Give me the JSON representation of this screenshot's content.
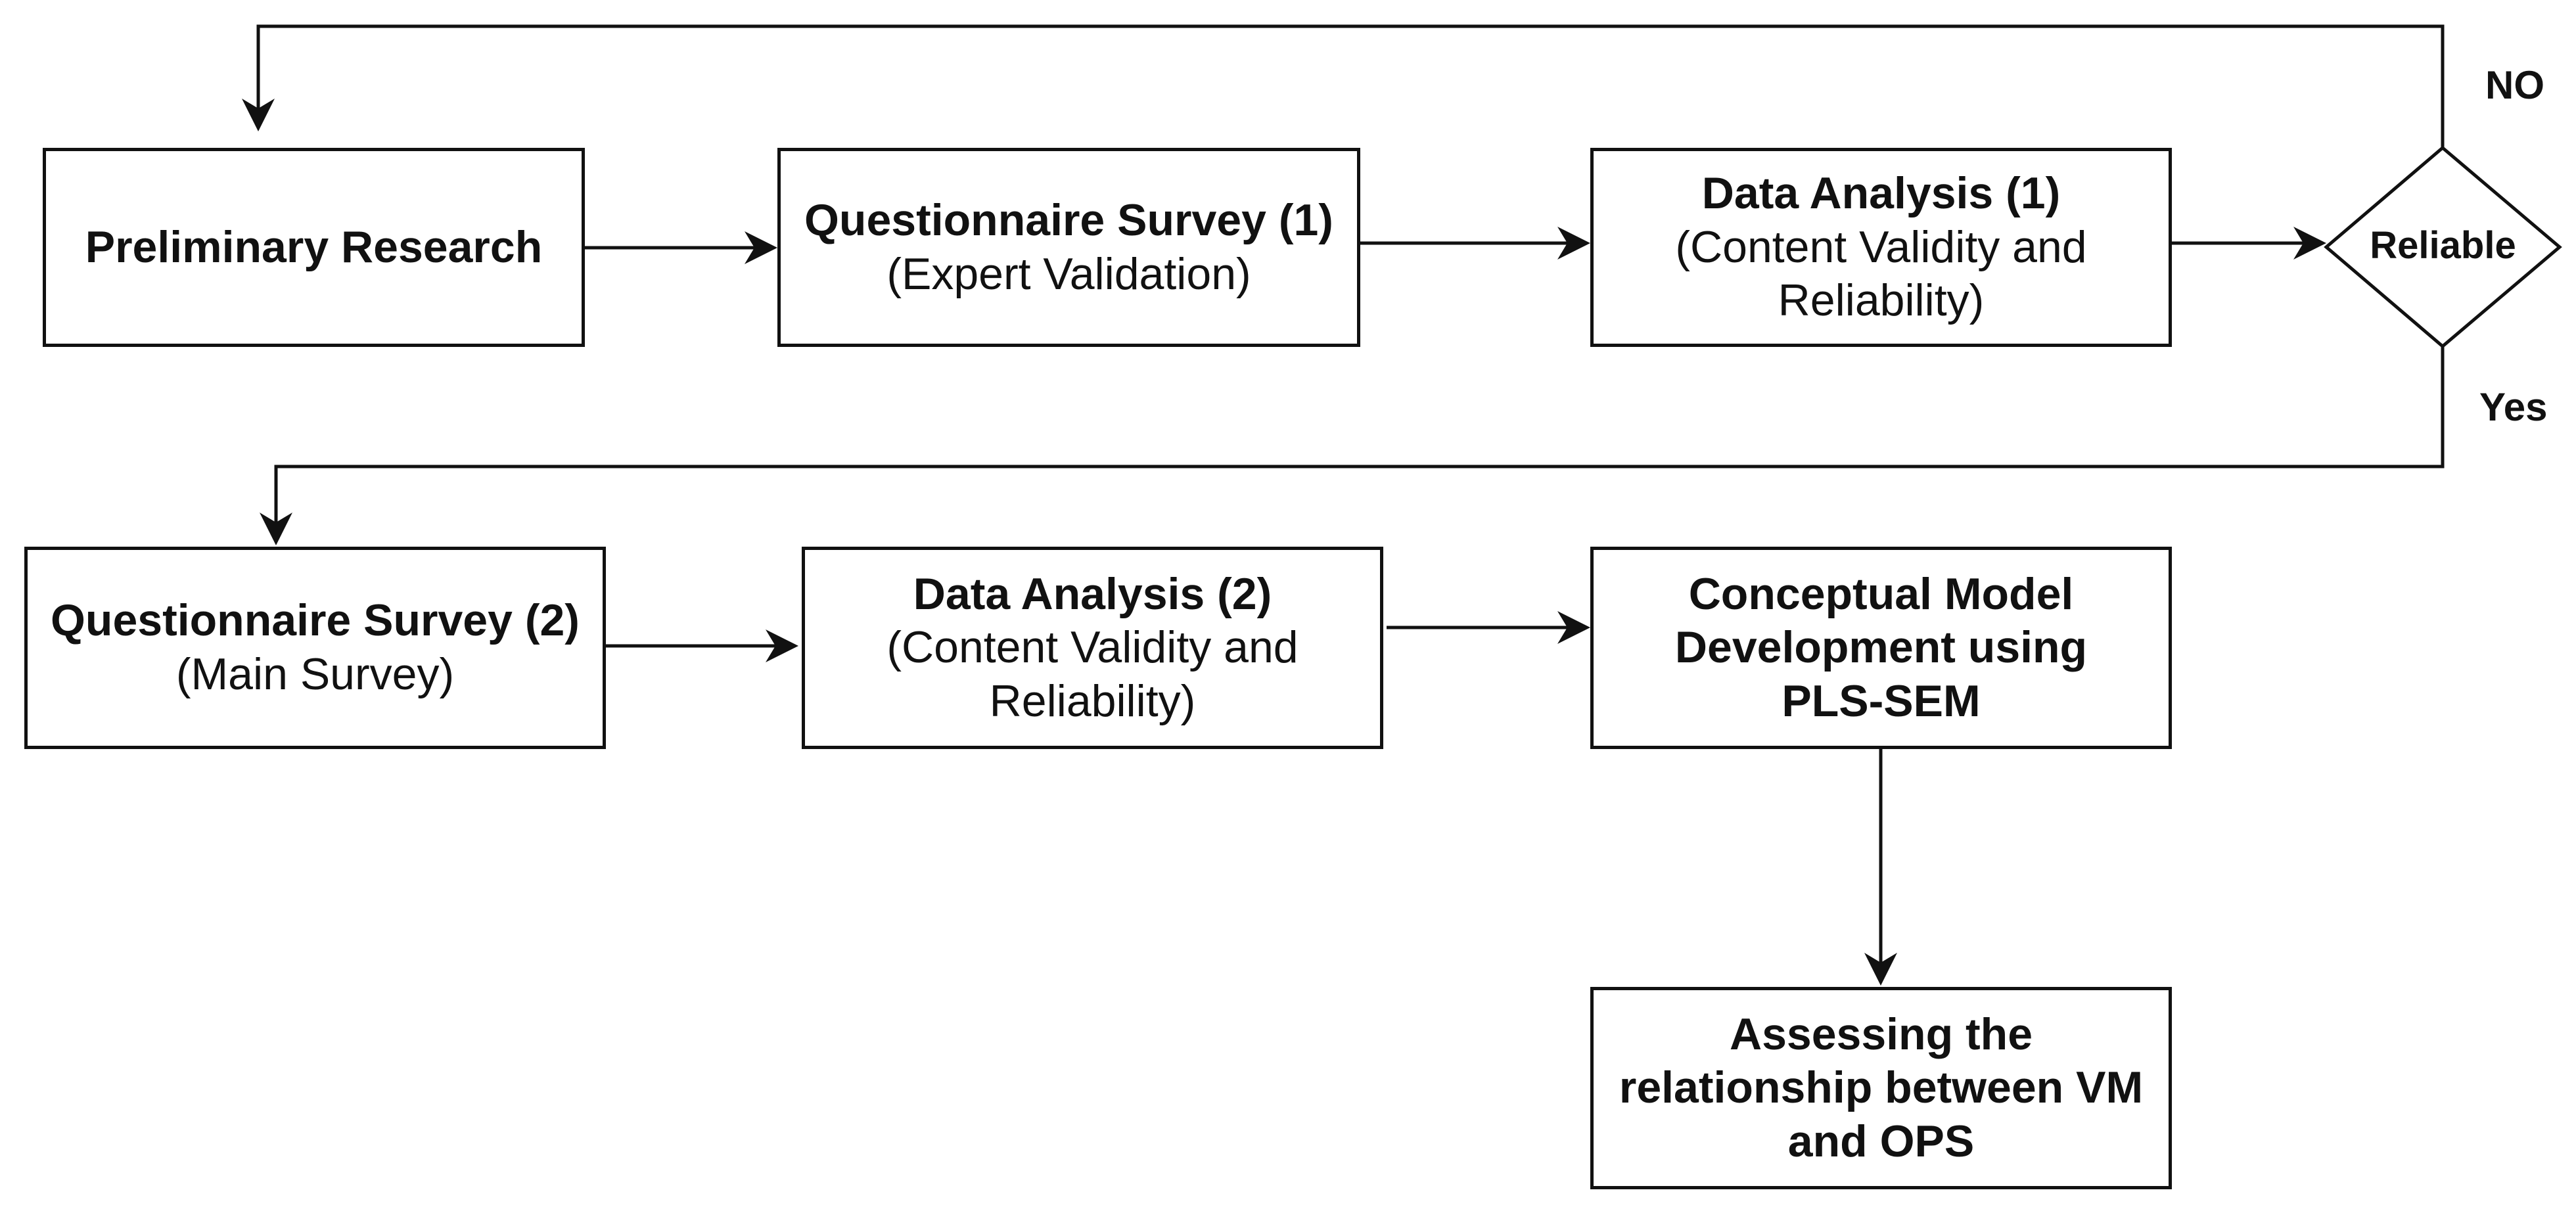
{
  "nodes": {
    "preliminary": {
      "title": "Preliminary Research"
    },
    "survey1": {
      "title": "Questionnaire Survey (1)",
      "subtitle": "(Expert Validation)"
    },
    "analysis1": {
      "title": "Data Analysis (1)",
      "subtitle_line1": "(Content Validity and",
      "subtitle_line2": "Reliability)"
    },
    "decision": {
      "label": "Reliable"
    },
    "survey2": {
      "title": "Questionnaire Survey (2)",
      "subtitle": "(Main Survey)"
    },
    "analysis2": {
      "title": "Data Analysis (2)",
      "subtitle_line1": "(Content Validity and",
      "subtitle_line2": "Reliability)"
    },
    "model": {
      "line1": "Conceptual Model",
      "line2": "Development using",
      "line3": "PLS-SEM"
    },
    "assess": {
      "line1": "Assessing the",
      "line2": "relationship between VM",
      "line3": "and OPS"
    }
  },
  "edge_labels": {
    "no": "NO",
    "yes": "Yes"
  },
  "colors": {
    "stroke": "#111111",
    "fill": "#ffffff",
    "background": "#ffffff"
  }
}
